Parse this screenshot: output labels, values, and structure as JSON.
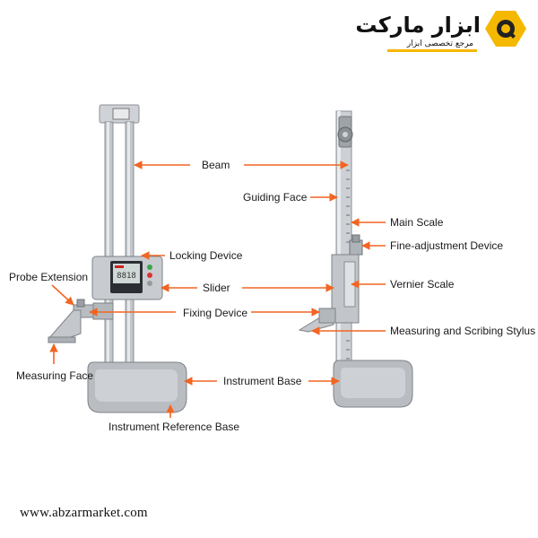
{
  "brand": {
    "name": "ابزار مارکت",
    "tagline": "مرجع تخصصی ابزار",
    "accent_color": "#f5b800"
  },
  "labels": {
    "beam": "Beam",
    "guiding_face": "Guiding Face",
    "main_scale": "Main Scale",
    "locking_device": "Locking Device",
    "fine_adjustment": "Fine-adjustment Device",
    "probe_extension": "Probe Extension",
    "slider": "Slider",
    "vernier_scale": "Vernier Scale",
    "fixing_device": "Fixing Device",
    "measuring_scribing_stylus": "Measuring and Scribing Stylus",
    "measuring_face": "Measuring Face",
    "instrument_base": "Instrument Base",
    "instrument_reference_base": "Instrument Reference Base"
  },
  "footer": {
    "url": "www.abzarmarket.com"
  },
  "colors": {
    "arrow": "#f26522",
    "metal": "#b9bdc2",
    "display": "#cfd8d6"
  }
}
